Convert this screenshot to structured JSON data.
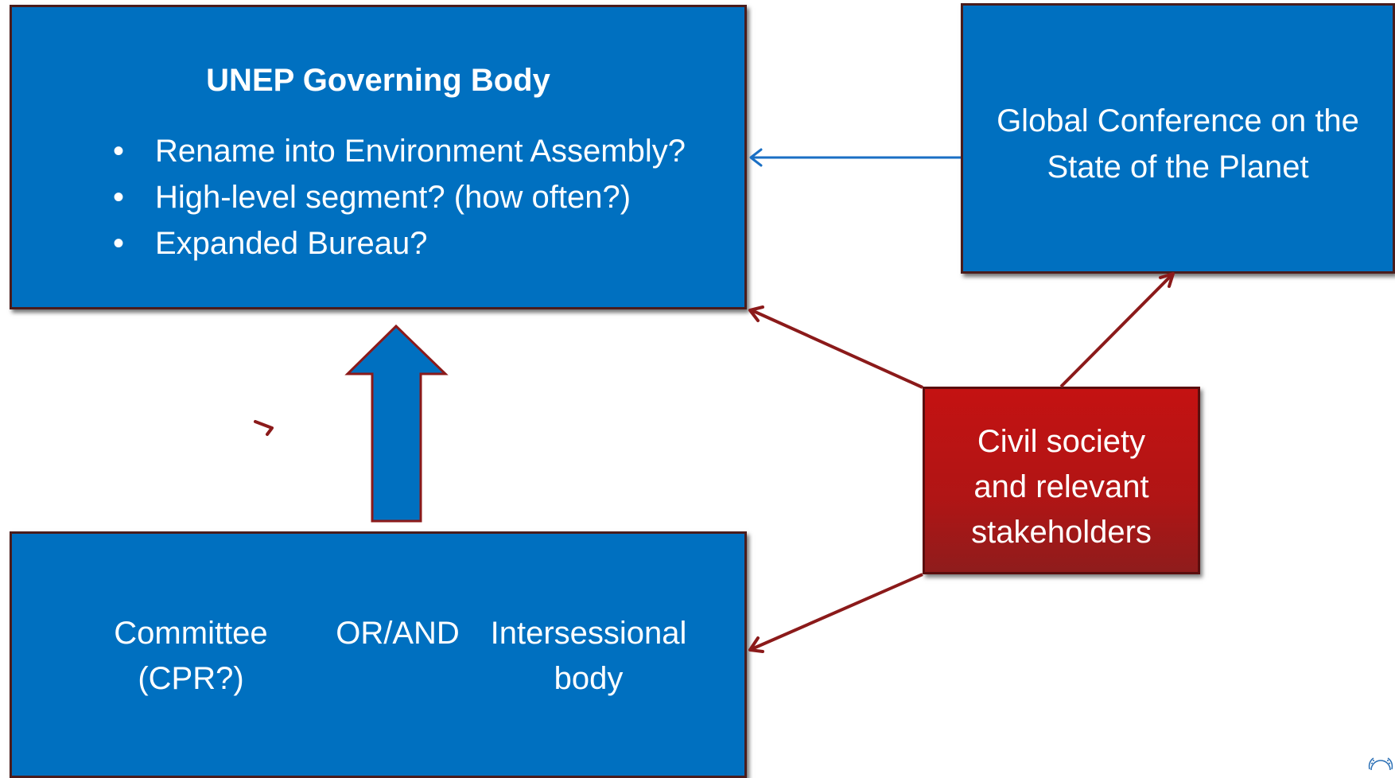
{
  "governing_body": {
    "title": "UNEP Governing Body",
    "bullet_glyph": "•",
    "bullets": [
      "Rename into Environment Assembly?",
      "High-level segment? (how often?)",
      "Expanded Bureau?"
    ]
  },
  "global_conference": {
    "line1": "Global Conference on the",
    "line2": "State of the Planet"
  },
  "civil_society": {
    "line1": "Civil society",
    "line2": "and relevant",
    "line3": "stakeholders"
  },
  "committee_box": {
    "committee_line1": "Committee",
    "committee_line2": "(CPR?)",
    "connector": "OR/AND",
    "intersessional_line1": "Intersessional",
    "intersessional_line2": "body"
  },
  "colors": {
    "box_blue": "#0070C0",
    "civil_red": "#b01515",
    "arrow_red": "#8b1a1a",
    "arrow_blue": "#0070C0"
  },
  "icons": {
    "logo": "un-emblem-icon"
  }
}
